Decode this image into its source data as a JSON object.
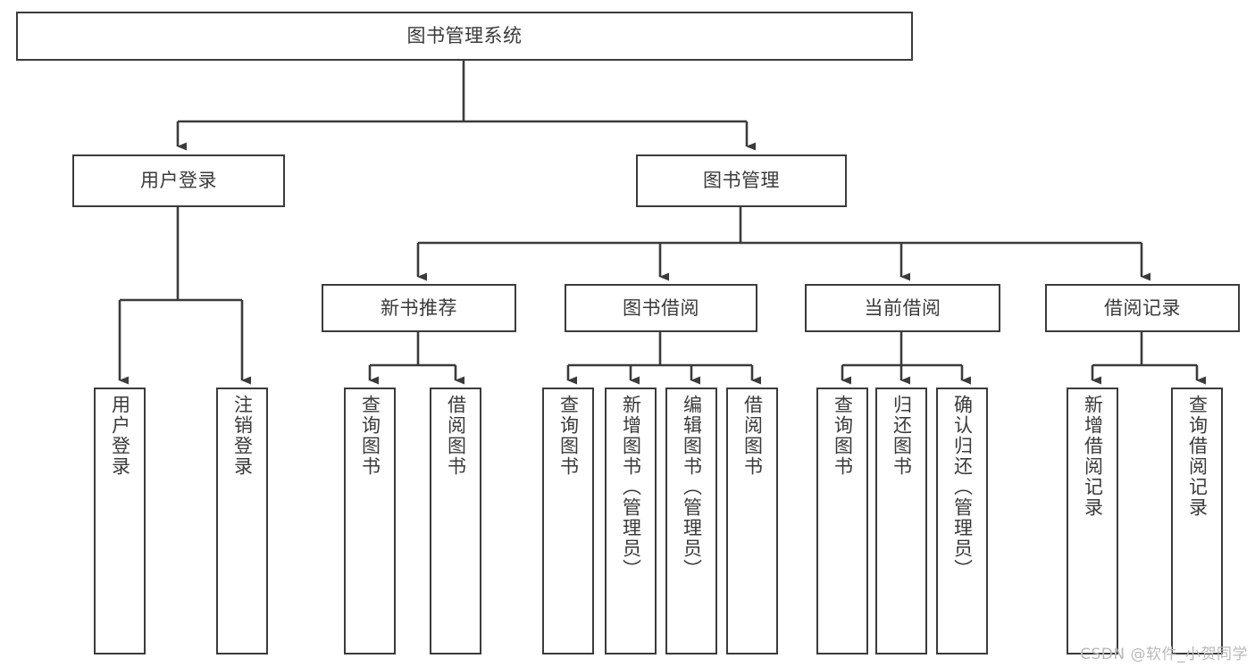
{
  "diagram": {
    "title": "图书管理系统",
    "type": "tree-hierarchy-chart",
    "stroke_color": "#3b3b3b",
    "text_color": "#3a3a3a",
    "background_color": "#ffffff",
    "watermark": "CSDN @软件_小贺同学",
    "nodes": {
      "root": {
        "label": "图书管理系统"
      },
      "level1": [
        {
          "label": "用户登录"
        },
        {
          "label": "图书管理"
        }
      ],
      "level2": [
        {
          "label": "新书推荐"
        },
        {
          "label": "图书借阅"
        },
        {
          "label": "当前借阅"
        },
        {
          "label": "借阅记录"
        }
      ],
      "leaves": {
        "user_login": [
          {
            "label": "用户登录"
          },
          {
            "label": "注销登录"
          }
        ],
        "new_book_recommend": [
          {
            "label": "查询图书"
          },
          {
            "label": "借阅图书"
          }
        ],
        "book_borrow": [
          {
            "label": "查询图书"
          },
          {
            "label": "新增图书（管理员）"
          },
          {
            "label": "编辑图书（管理员）"
          },
          {
            "label": "借阅图书"
          }
        ],
        "current_borrow": [
          {
            "label": "查询图书"
          },
          {
            "label": "归还图书"
          },
          {
            "label": "确认归还（管理员）"
          }
        ],
        "borrow_record": [
          {
            "label": "新增借阅记录"
          },
          {
            "label": "查询借阅记录"
          }
        ]
      }
    }
  }
}
